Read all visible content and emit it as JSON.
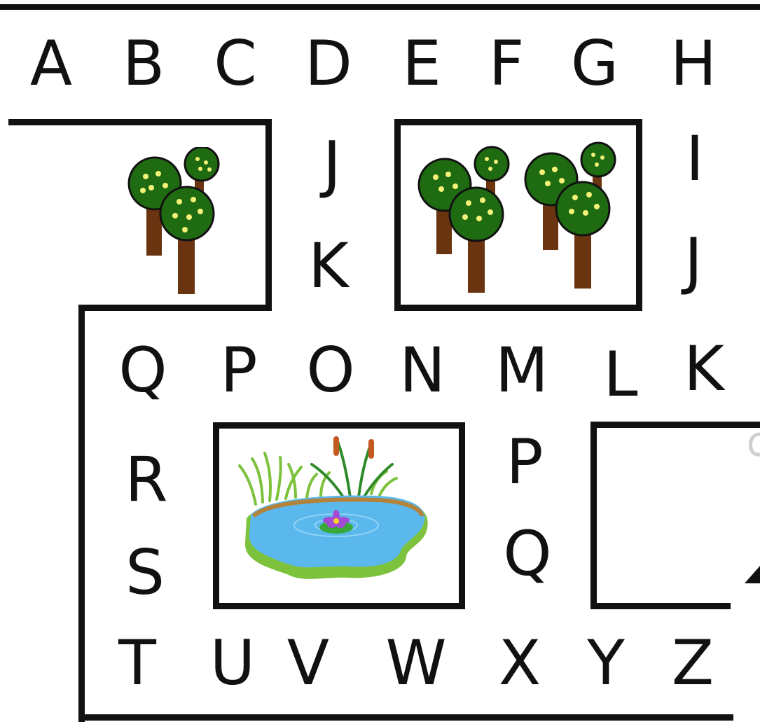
{
  "puzzle": {
    "top_row": [
      "A",
      "B",
      "C",
      "D",
      "E",
      "F",
      "G",
      "H"
    ],
    "left_column": [
      "J",
      "K"
    ],
    "right_column": [
      "I",
      "J"
    ],
    "middle_row": [
      "Q",
      "P",
      "O",
      "N",
      "M",
      "L",
      "K"
    ],
    "left_lower_column": [
      "R",
      "S"
    ],
    "center_lower_column": [
      "P",
      "Q"
    ],
    "bottom_row": [
      "T",
      "U",
      "V",
      "W",
      "X",
      "Y",
      "Z"
    ]
  },
  "images": {
    "forest_small": "trees-icon",
    "forest_large": "trees-icon",
    "pond": "pond-icon"
  },
  "colors": {
    "ink": "#111111",
    "tree_leaf": "#1f6b12",
    "tree_dot": "#f4f277",
    "tree_trunk": "#6b3410",
    "water": "#5ab8ec",
    "grass": "#7dc23c"
  }
}
